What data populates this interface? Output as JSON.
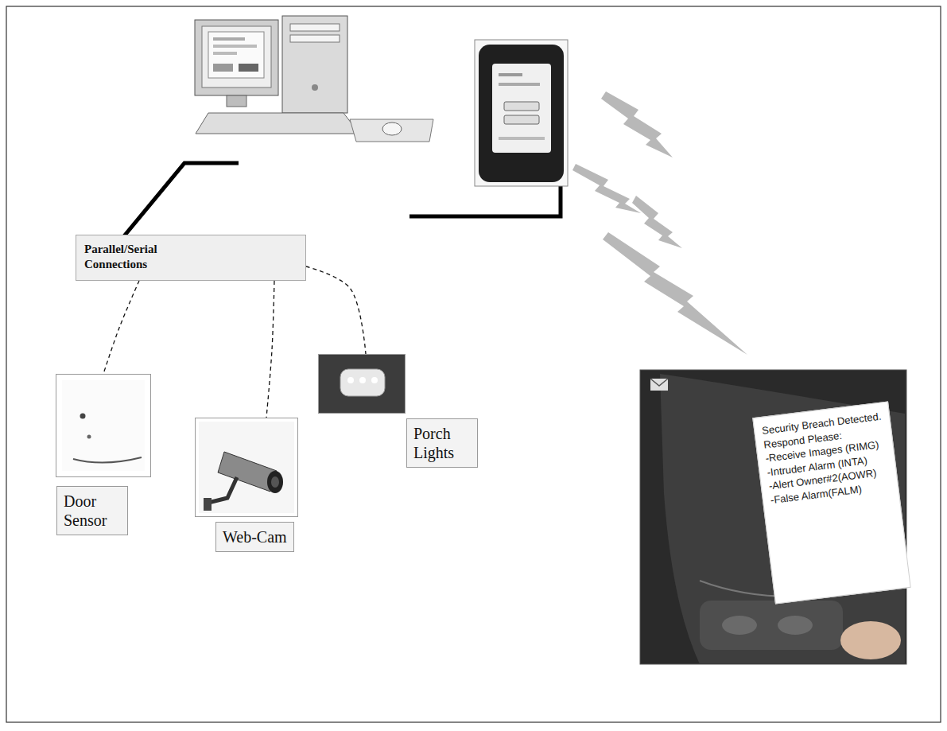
{
  "diagram": {
    "nodes": [
      {
        "text": [
          "Parallel/Serial Connections"
        ]
      },
      {
        "text": [
          "Door Sensor"
        ]
      },
      {
        "text": [
          "Web-Cam"
        ]
      },
      {
        "text": [
          "Porch Lights"
        ]
      },
      {
        "text": [
          "Security Breach Detected.",
          "Respond Please:",
          "-Receive Images (RIMG)",
          "-Intruder Alarm (INTA)",
          "-Alert Owner#2(AOWR)",
          "-False Alarm(FALM)"
        ]
      }
    ],
    "edges": [
      {
        "from": 0,
        "to": 1,
        "arrow": "none"
      },
      {
        "from": 0,
        "to": 2,
        "arrow": "none"
      },
      {
        "from": 0,
        "to": 3,
        "arrow": "none"
      }
    ]
  }
}
